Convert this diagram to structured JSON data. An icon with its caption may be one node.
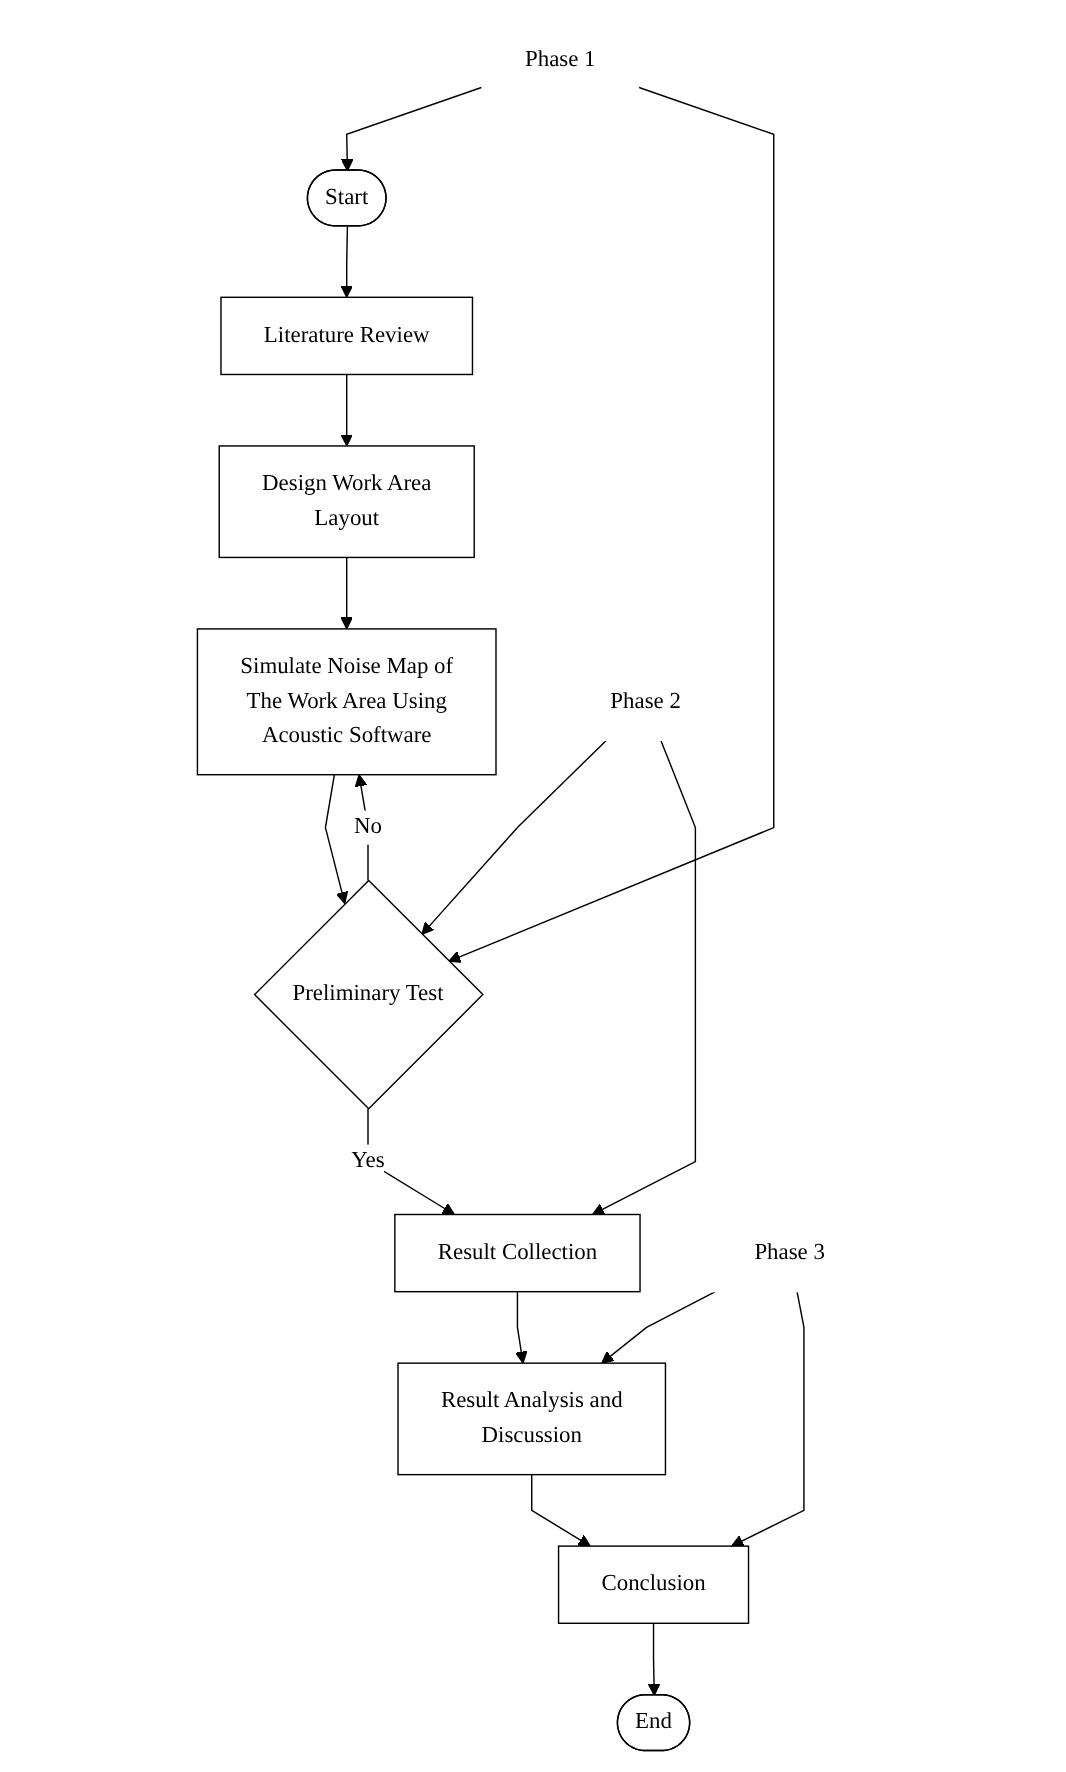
{
  "diagram": {
    "nodes": [
      {
        "text": [
          "Start"
        ]
      },
      {
        "text": [
          "Literature Review"
        ]
      },
      {
        "text": [
          "Design Work Area Layout"
        ]
      },
      {
        "text": [
          "Simulate Noise Map of The Work Area Using Acoustic Software"
        ]
      },
      {
        "text": [
          "Preliminary Test"
        ]
      },
      {
        "text": [
          "Result Collection"
        ]
      },
      {
        "text": [
          "Result Analysis and Discussion"
        ]
      },
      {
        "text": [
          "Conclusion"
        ]
      },
      {
        "text": [
          "End"
        ]
      },
      {
        "text": [
          "Phase 1"
        ]
      },
      {
        "text": [
          "Phase 2"
        ]
      },
      {
        "text": [
          "Phase 3"
        ]
      }
    ],
    "edges": [
      {
        "from": 0,
        "to": 1,
        "arrow": "to"
      },
      {
        "from": 1,
        "to": 2,
        "arrow": "to"
      },
      {
        "from": 2,
        "to": 3,
        "arrow": "to"
      },
      {
        "from": 3,
        "to": 4,
        "arrow": "to"
      },
      {
        "from": 4,
        "to": 3,
        "label": "No",
        "arrow": "to"
      },
      {
        "from": 4,
        "to": 5,
        "label": "Yes",
        "arrow": "to"
      },
      {
        "from": 5,
        "to": 6,
        "arrow": "to"
      },
      {
        "from": 6,
        "to": 7,
        "arrow": "to"
      },
      {
        "from": 7,
        "to": 8,
        "arrow": "to"
      },
      {
        "from": 9,
        "to": 0,
        "arrow": "to"
      },
      {
        "from": 9,
        "to": 4,
        "arrow": "to"
      },
      {
        "from": 10,
        "to": 4,
        "arrow": "to"
      },
      {
        "from": 10,
        "to": 5,
        "arrow": "to"
      },
      {
        "from": 11,
        "to": 6,
        "arrow": "to"
      },
      {
        "from": 11,
        "to": 7,
        "arrow": "to"
      }
    ]
  }
}
